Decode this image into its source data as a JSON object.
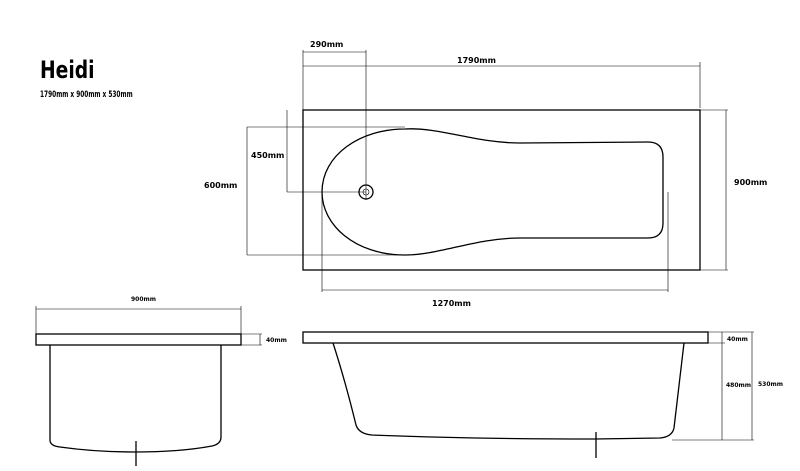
{
  "header": {
    "title": "Heidi",
    "subtitle": "1790mm x 900mm x 530mm"
  },
  "plan_view": {
    "dim_waste_offset": "290mm",
    "dim_length": "1790mm",
    "dim_end_width": "450mm",
    "dim_inner_width": "600mm",
    "dim_width": "900mm",
    "dim_inner_length": "1270mm"
  },
  "end_view": {
    "dim_width": "900mm",
    "dim_rim": "40mm"
  },
  "side_view": {
    "dim_rim": "40mm",
    "dim_depth": "480mm",
    "dim_total_height": "530mm"
  }
}
